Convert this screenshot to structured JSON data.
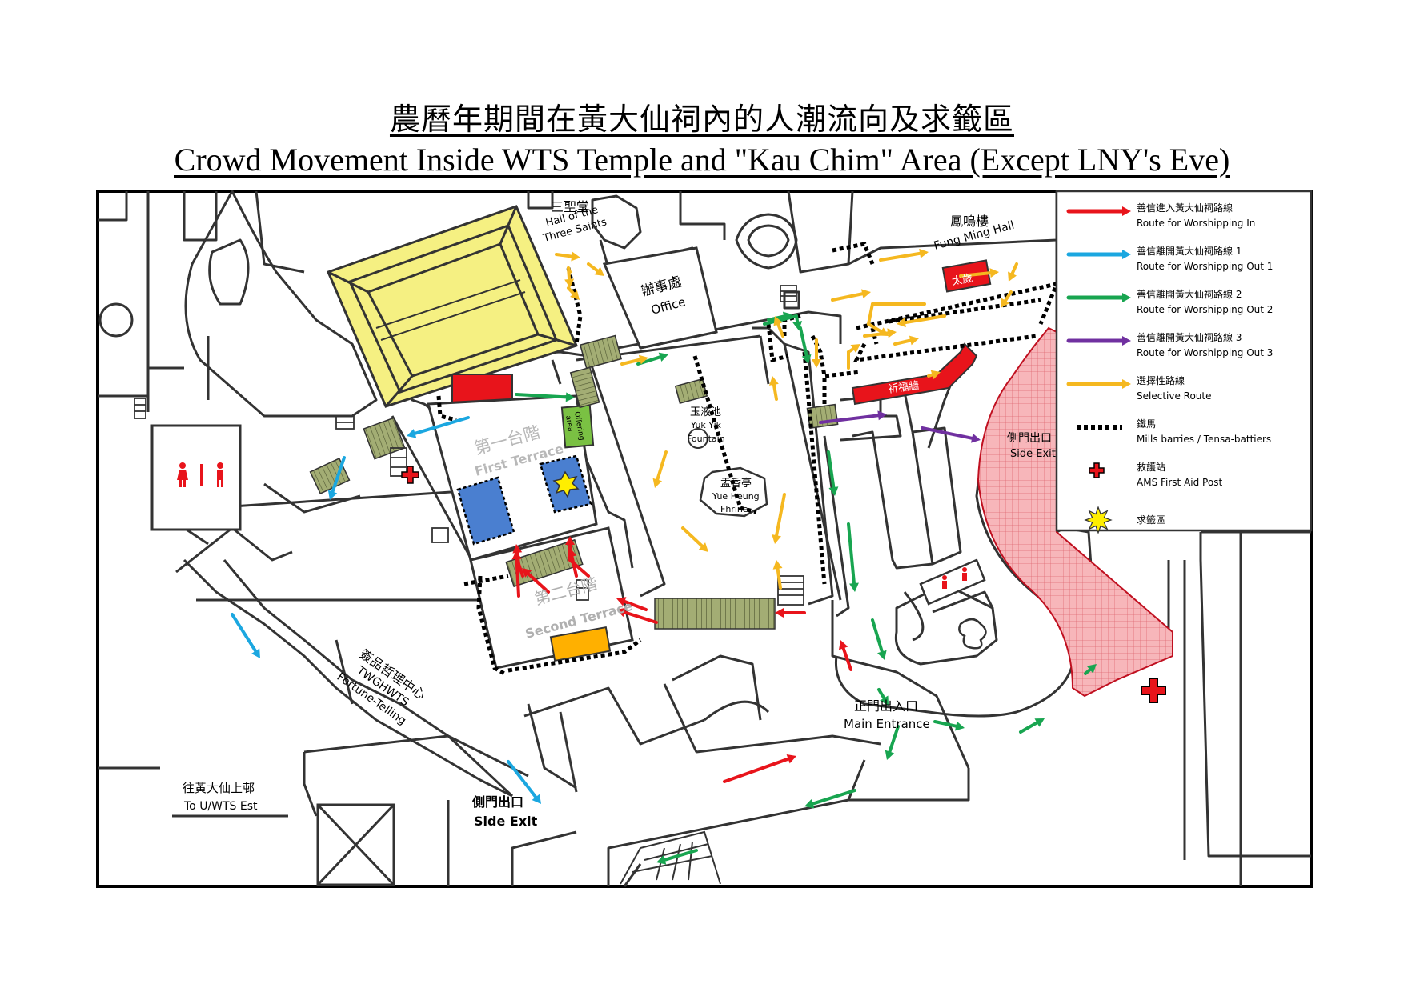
{
  "title_zh": "農曆年期間在黃大仙祠內的人潮流向及求籤區",
  "title_en": "Crowd Movement Inside WTS Temple and \"Kau Chim\" Area (Except LNY's Eve)",
  "colors": {
    "route_in": "#e8141b",
    "route_out_1": "#1ba7e0",
    "route_out_2": "#18a550",
    "route_out_3": "#7030a0",
    "selective": "#f5b820",
    "main_hall": "#f5f082",
    "kau_chim_area": "#4a7fd0",
    "offering_area": "#7ac143",
    "stairs": "#9aa86a",
    "pink_path": "#f5a3a8",
    "first_aid": "#e8141b",
    "star": "#ffee00",
    "orange_box": "#ffb000"
  },
  "legend": [
    {
      "type": "arrow",
      "color": "#e8141b",
      "zh": "善信進入黃大仙祠路線",
      "en": "Route for Worshipping In"
    },
    {
      "type": "arrow",
      "color": "#1ba7e0",
      "zh": "善信離開黃大仙祠路線 1",
      "en": "Route for Worshipping Out 1"
    },
    {
      "type": "arrow",
      "color": "#18a550",
      "zh": "善信離開黃大仙祠路線 2",
      "en": "Route for Worshipping Out 2"
    },
    {
      "type": "arrow",
      "color": "#7030a0",
      "zh": "善信離開黃大仙祠路線 3",
      "en": "Route for Worshipping Out 3"
    },
    {
      "type": "arrow",
      "color": "#f5b820",
      "zh": "選擇性路線",
      "en": "Selective Route"
    },
    {
      "type": "barrier",
      "color": "#000000",
      "zh": "鐵馬",
      "en": "Mills barries / Tensa-battiers"
    },
    {
      "type": "cross",
      "color": "#e8141b",
      "zh": "救護站",
      "en": "AMS First Aid Post"
    },
    {
      "type": "star",
      "color": "#ffee00",
      "zh": "求籤區",
      "en": ""
    }
  ],
  "places": {
    "hall_three_saints": {
      "zh": "三聖堂",
      "en1": "Hall of the",
      "en2": "Three Saints"
    },
    "fung_ming_hall": {
      "zh": "鳳鳴樓",
      "en": "Fung Ming Hall"
    },
    "office": {
      "zh": "辦事處",
      "en": "Office"
    },
    "yuk_yik_fountain": {
      "zh": "玉液池",
      "en1": "Yuk Yik",
      "en2": "Fountain"
    },
    "yue_heung_shrine": {
      "zh": "盂香亭",
      "en1": "Yue Heung",
      "en2": "Fhrine"
    },
    "first_terrace": {
      "zh": "第一台階",
      "en": "First Terrace"
    },
    "second_terrace": {
      "zh": "第二台階",
      "en": "Second Terrace"
    },
    "offering_area": {
      "en1": "Offering",
      "en2": "area"
    },
    "side_exit_right": {
      "zh": "側門出口",
      "en": "Side Exit"
    },
    "side_exit_bottom": {
      "zh": "側門出口",
      "en": "Side Exit"
    },
    "fortune_telling": {
      "zh": "簽品哲理中心",
      "en1": "TWGHWTS",
      "en2": "Fortune-Telling"
    },
    "main_entrance": {
      "zh": "正門出入口",
      "en": "Main Entrance"
    },
    "to_uwts": {
      "zh": "往黃大仙上邨",
      "en": "To U/WTS Est"
    },
    "tai_sui": {
      "zh": "太歲"
    },
    "kei_fuk_wall": {
      "zh": "祈福牆"
    }
  }
}
